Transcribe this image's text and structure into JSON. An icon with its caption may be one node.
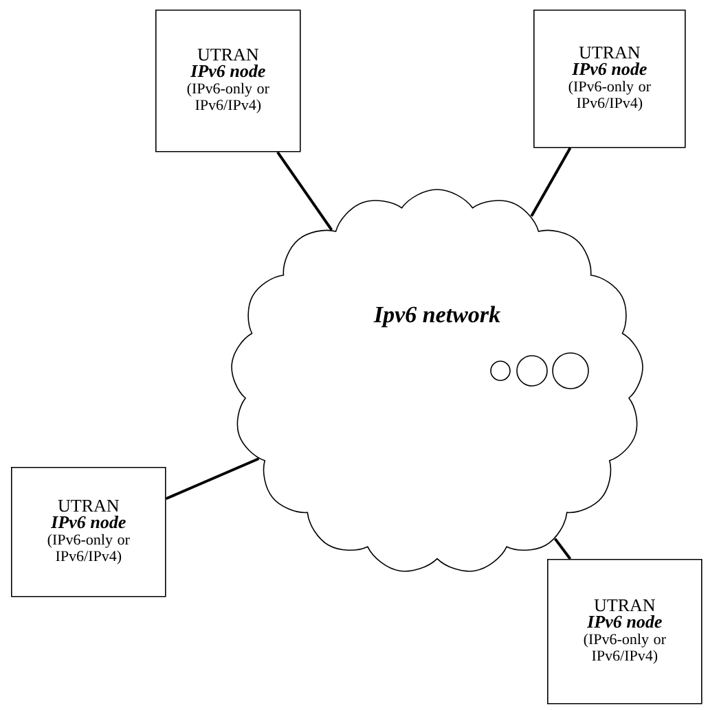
{
  "diagram": {
    "nodes": [
      {
        "text": [
          "UTRAN",
          "IPv6 node",
          "(IPv6-only or IPv6/IPv4)"
        ]
      },
      {
        "text": [
          "UTRAN",
          "IPv6 node",
          "(IPv6-only or IPv6/IPv4)"
        ]
      },
      {
        "text": [
          "Ipv6 network"
        ]
      },
      {
        "text": [
          "UTRAN",
          "IPv6 node",
          "(IPv6-only or IPv6/IPv4)"
        ]
      },
      {
        "text": [
          "UTRAN",
          "IPv6 node",
          "(IPv6-only or IPv6/IPv4)"
        ]
      }
    ],
    "edges": [
      {
        "from": 2,
        "to": 0,
        "arrow": "none"
      },
      {
        "from": 2,
        "to": 1,
        "arrow": "none"
      },
      {
        "from": 2,
        "to": 3,
        "arrow": "none"
      },
      {
        "from": 2,
        "to": 4,
        "arrow": "none"
      }
    ]
  }
}
